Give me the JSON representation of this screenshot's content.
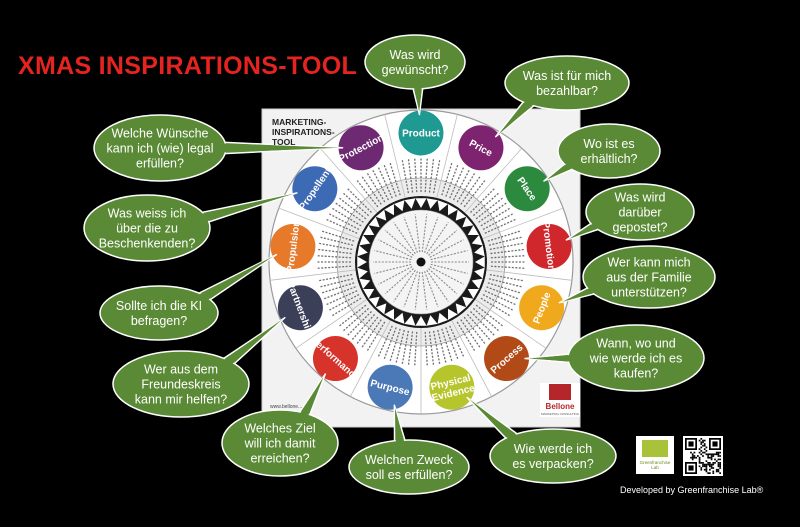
{
  "title": "XMAS INSPIRATIONS-TOOL",
  "board": {
    "title_lines": [
      "MARKETING-",
      "INSPIRATIONS-",
      "TOOL"
    ],
    "url": "www.bellone...",
    "brand": "Bellone",
    "brand_sub": "MARKETING CONSULTING"
  },
  "segments": [
    {
      "label": "Product",
      "color": "#1e9a92"
    },
    {
      "label": "Price",
      "color": "#7e2370"
    },
    {
      "label": "Place",
      "color": "#2b8a3e"
    },
    {
      "label": "Promotion",
      "color": "#d0272d"
    },
    {
      "label": "People",
      "color": "#f0a81d"
    },
    {
      "label": "Process",
      "color": "#b24a17"
    },
    {
      "label": "Physical Evidence",
      "color": "#b7c52c"
    },
    {
      "label": "Purpose",
      "color": "#4b79b7"
    },
    {
      "label": "Performance",
      "color": "#d6332a"
    },
    {
      "label": "Partnership",
      "color": "#3b3f58"
    },
    {
      "label": "Propulsion",
      "color": "#e7792b"
    },
    {
      "label": "Propellent",
      "color": "#3d6ab5"
    },
    {
      "label": "Protection",
      "color": "#6d2a73"
    }
  ],
  "bubbles": [
    {
      "id": "product",
      "lines": [
        "Was wird",
        "gewünscht?"
      ]
    },
    {
      "id": "price",
      "lines": [
        "Was ist für mich",
        "bezahlbar?"
      ]
    },
    {
      "id": "place",
      "lines": [
        "Wo ist es",
        "erhältlich?"
      ]
    },
    {
      "id": "promotion",
      "lines": [
        "Was wird",
        "darüber",
        "gepostet?"
      ]
    },
    {
      "id": "people",
      "lines": [
        "Wer kann mich",
        "aus der Familie",
        "unterstützen?"
      ]
    },
    {
      "id": "process",
      "lines": [
        "Wann, wo und",
        "wie werde ich es",
        "kaufen?"
      ]
    },
    {
      "id": "physical",
      "lines": [
        "Wie werde ich",
        "es verpacken?"
      ]
    },
    {
      "id": "purpose",
      "lines": [
        "Welchen Zweck",
        "soll es erfüllen?"
      ]
    },
    {
      "id": "performance",
      "lines": [
        "Welches Ziel",
        "will ich damit",
        "erreichen?"
      ]
    },
    {
      "id": "partnership",
      "lines": [
        "Wer aus dem",
        "Freundeskreis",
        "kann mir helfen?"
      ]
    },
    {
      "id": "propulsion",
      "lines": [
        "Sollte ich die KI",
        "befragen?"
      ]
    },
    {
      "id": "propellent",
      "lines": [
        "Was weiss ich",
        "über die zu",
        "Beschenkenden?"
      ]
    },
    {
      "id": "protection",
      "lines": [
        "Welche Wünsche",
        "kann ich (wie) legal",
        "erfüllen?"
      ]
    }
  ],
  "footer": {
    "credit": "Developed by Greenfranchise Lab®",
    "logo_text": "Greenfranchise Lab"
  },
  "colors": {
    "bubble_fill": "#5a8a35",
    "bubble_stroke": "#ffffff",
    "title_red": "#e52420",
    "background": "#000000",
    "board": "#f2f2f2"
  }
}
